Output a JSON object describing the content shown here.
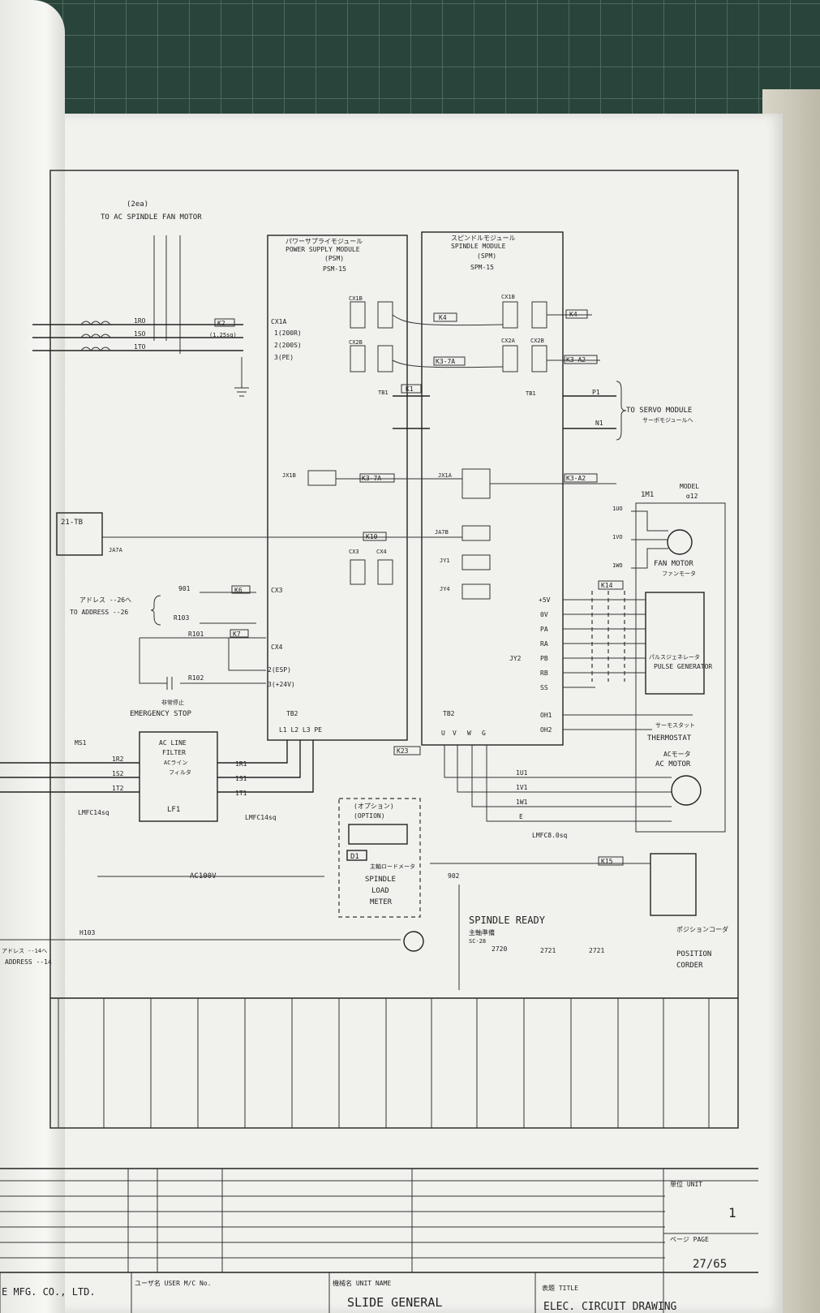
{
  "labels": {
    "fan_note_top": "(2ea)",
    "fan_note": "TO AC SPINDLE FAN MOTOR",
    "psm_jp": "パワーサプライモジュール",
    "psm_en": "POWER SUPPLY MODULE",
    "psm_code": "(PSM)",
    "psm_model": "PSM-15",
    "spm_jp": "スピンドルモジュール",
    "spm_en": "SPINDLE MODULE",
    "spm_code": "(SPM)",
    "spm_model": "SPM-15",
    "cx1a_label": "CX1A",
    "cx1a_pin1": "1(200R)",
    "cx1a_pin2": "2(200S)",
    "cx1a_pin3": "3(PE)",
    "cx1a_cable": "(1.25sq)",
    "k2": "K2",
    "k4": "K4",
    "k3_7a": "K3-7A",
    "k3_a2": "K3-A2",
    "k1": "K1",
    "k10": "K10",
    "k6": "K6",
    "k7": "K7",
    "k14": "K14",
    "k15": "K15",
    "k23": "K23",
    "cx1b": "CX1B",
    "cx2a": "CX2A",
    "cx2b": "CX2B",
    "cx3": "CX3",
    "cx4": "CX4",
    "tb1": "TB1",
    "tb2": "TB2",
    "jx1b": "JX1B",
    "jx1a": "JX1A",
    "ja7b": "JA7B",
    "ja7a": "JA7A",
    "jy1": "JY1",
    "jy2": "JY2",
    "jy4": "JY4",
    "servo_note": "TO SERVO MODULE",
    "servo_note_jp": "サーボモジュールへ",
    "p1": "P1",
    "n1": "N1",
    "mt_box": "21-TB",
    "model": "MODEL",
    "model_val": "α12",
    "im1": "1M1",
    "fan_motor": "FAN MOTOR",
    "fan_motor_jp": "ファンモータ",
    "pulse_jp": "パルスジェネレータ",
    "pulse_en": "PULSE GENERATOR",
    "thermostat_jp": "サーモスタット",
    "thermostat": "THERMOSTAT",
    "ac_motor_jp": "ACモータ",
    "ac_motor": "AC MOTOR",
    "address_jp": "アドレス --26へ",
    "address": "TO ADDRESS --26",
    "w901": "901",
    "w103": "R103",
    "w101": "R101",
    "w102": "R102",
    "esp": "2(ESP)",
    "v24": "3(+24V)",
    "emergency_jp": "非常停止",
    "emergency": "EMERGENCY STOP",
    "filter1": "AC LINE",
    "filter2": "FILTER",
    "filter3": "ACライン",
    "filter4": "フィルタ",
    "lf": "LF1",
    "ms1": "MS1",
    "lmfc": "LMFC14sq",
    "lmfc2": "LMFC14sq",
    "lmfcb": "LMFC8.0sq",
    "ac100v": "AC100V",
    "option_jp": "(オプション)",
    "option": "(OPTION)",
    "d1": "D1",
    "load_jp": "主軸ロードメータ",
    "load1": "SPINDLE",
    "load2": "LOAD",
    "load3": "METER",
    "w902": "902",
    "spindle_ready": "SPINDLE READY",
    "spindle_ready_jp": "主軸準備",
    "sc": "SC-28",
    "n2720": "2720",
    "n2721a": "2721",
    "n2721b": "2721",
    "pos_jp": "ポジションコーダ",
    "pos1": "POSITION",
    "pos2": "CORDER",
    "h103": "H103",
    "address14_jp": "アドレス --14へ",
    "address14": "ADDRESS --14",
    "pins": [
      "+5V",
      "0V",
      "PA",
      "RA",
      "PB",
      "RB",
      "SS"
    ],
    "oh1": "OH1",
    "oh2": "OH2",
    "uvw": [
      "U",
      "V",
      "W",
      "G"
    ],
    "l123": "L1 L2 L3 PE",
    "phases": [
      "1U1",
      "1V1",
      "1W1",
      "E"
    ],
    "fanphases": [
      "1UO",
      "1VO",
      "1WO"
    ],
    "in_phases": [
      "1R2",
      "1S2",
      "1T2"
    ],
    "out_phases": [
      "1R1",
      "1S1",
      "1T1"
    ],
    "fan_feed": [
      "1RO",
      "1SO",
      "1TO"
    ]
  },
  "title_block": {
    "unit_label": "単位 UNIT",
    "unit_value": "1",
    "page_label": "ページ PAGE",
    "page_value": "27/65",
    "company": "E MFG. CO., LTD.",
    "user_label": "ユーザ名 USER M/C No.",
    "unit_name_label": "機械名 UNIT NAME",
    "unit_name": "SLIDE GENERAL",
    "title_label": "表題 TITLE",
    "title": "ELEC. CIRCUIT DRAWING"
  }
}
